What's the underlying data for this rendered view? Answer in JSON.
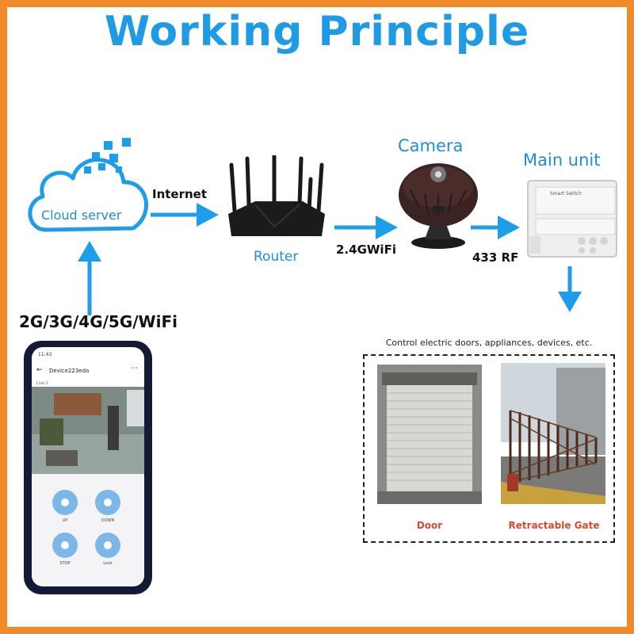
{
  "title": "Working Principle",
  "nodes": {
    "cloud": "Cloud server",
    "router": "Router",
    "camera": "Camera",
    "main_unit": "Main unit"
  },
  "links": {
    "internet": "Internet",
    "wifi": "2.4GWiFi",
    "rf": "433 RF",
    "mobile": "2G/3G/4G/5G/WiFi"
  },
  "control": {
    "caption": "Control electric doors, appliances, devices, etc.",
    "door": "Door",
    "gate": "Retractable Gate"
  },
  "main_unit_label": "Smart Switch",
  "phone": {
    "time": "11:43",
    "device": "Device223eda",
    "live": "Live 1",
    "buttons": [
      "UP",
      "DOWN",
      "STOP",
      "Lock"
    ]
  },
  "colors": {
    "accent": "#1f9be6",
    "arrow": "#1e9ee8",
    "frame": "#f08a2a",
    "caption": "#d74a30"
  }
}
